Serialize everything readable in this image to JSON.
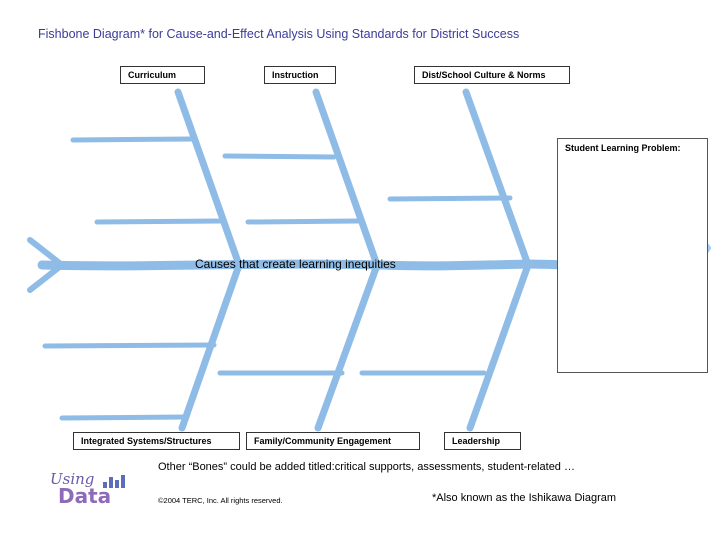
{
  "title": "Fishbone Diagram* for Cause-and-Effect Analysis Using Standards for District Success",
  "categories_top": [
    "Curriculum",
    "Instruction",
    "Dist/School Culture & Norms"
  ],
  "categories_bottom": [
    "Integrated Systems/Structures",
    "Family/Community Engagement",
    "Leadership"
  ],
  "spine_label": "Causes that create learning inequities",
  "problem_label": "Student Learning Problem:",
  "other_bones_note": "Other “Bones” could be added  titled:critical supports, assessments, student-related …",
  "ishikawa_note": "*Also known as the Ishikawa Diagram",
  "logo": {
    "top": "Using",
    "bottom": "Data"
  },
  "copyright": "©2004 TERC, Inc.  All rights reserved.",
  "colors": {
    "bone": "#8fbce6",
    "fish_head": "#cfe3f5",
    "title": "#3b3b9a"
  }
}
